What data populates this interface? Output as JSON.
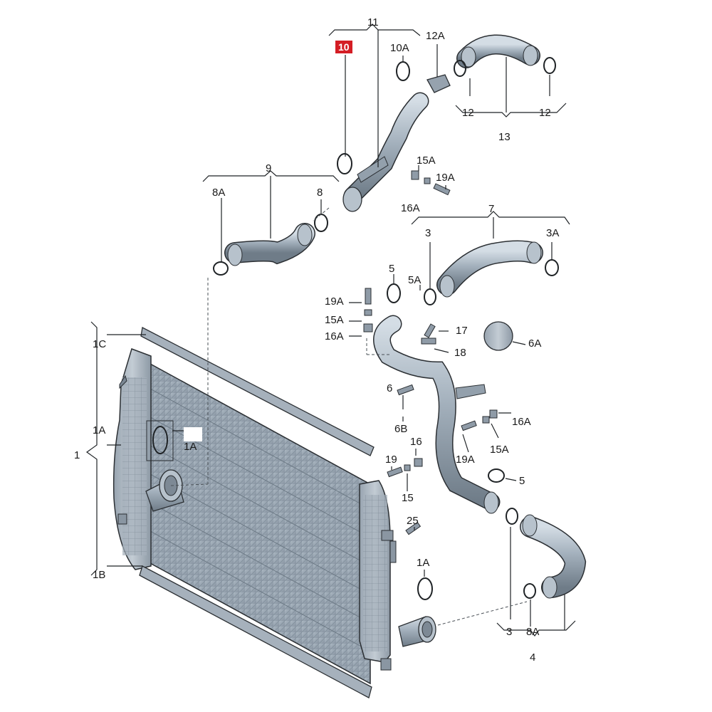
{
  "highlight": {
    "part": "10",
    "color": "#d41d24"
  },
  "parts": {
    "p11": "11",
    "p12A": "12A",
    "p10A": "10A",
    "p10": "10",
    "p12_left": "12",
    "p12_right": "12",
    "p13": "13",
    "p15A_top": "15A",
    "p19A_top": "19A",
    "p16A_top": "16A",
    "p9": "9",
    "p8A_top": "8A",
    "p8_top": "8",
    "p7": "7",
    "p3_top": "3",
    "p3A": "3A",
    "p5_top": "5",
    "p5A": "5A",
    "p19A_left": "19A",
    "p15A_left": "15A",
    "p16A_left": "16A",
    "p17": "17",
    "p18": "18",
    "p6A": "6A",
    "p1C": "1C",
    "p1A_left": "1A",
    "p1": "1",
    "p1A_box": "1A",
    "p1B": "1B",
    "p6": "6",
    "p6B": "6B",
    "p16A_right": "16A",
    "p15A_right": "15A",
    "p19A_right": "19A",
    "p19_low": "19",
    "p16_low": "16",
    "p15_low": "15",
    "p5_low": "5",
    "p25": "25",
    "p1A_low": "1A",
    "p3_low": "3",
    "p8A_low": "8A",
    "p4": "4"
  }
}
